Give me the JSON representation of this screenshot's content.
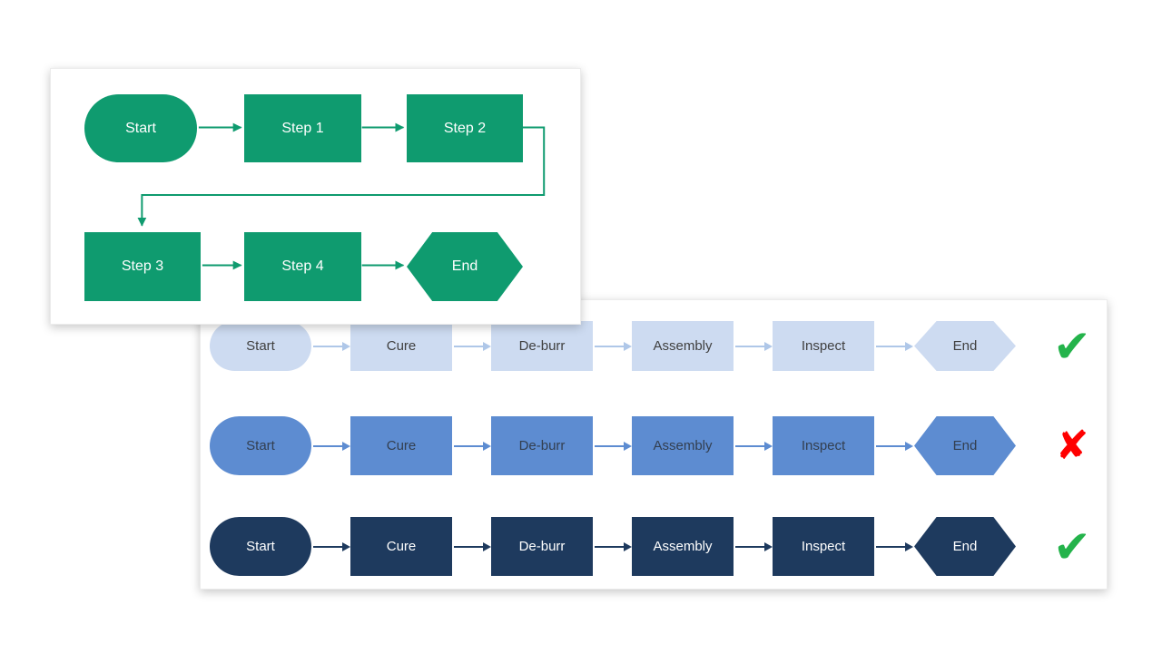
{
  "process_flowchart": {
    "accent_color": "#0F9B6F",
    "nodes": {
      "start": "Start",
      "step1": "Step 1",
      "step2": "Step 2",
      "step3": "Step 3",
      "step4": "Step 4",
      "end": "End"
    }
  },
  "comparison_chart": {
    "rows": [
      {
        "name": "light-blue-flow",
        "fill": "#CDDBF1",
        "text_color": "#404040",
        "arrow_color": "#AFC7E8",
        "steps": [
          "Start",
          "Cure",
          "De-burr",
          "Assembly",
          "Inspect",
          "End"
        ],
        "verdict": "check-icon",
        "verdict_glyph": "✔",
        "verdict_color": "#24B34B"
      },
      {
        "name": "medium-blue-flow",
        "fill": "#5D8CD1",
        "text_color": "#333F50",
        "arrow_color": "#5D8CD1",
        "steps": [
          "Start",
          "Cure",
          "De-burr",
          "Assembly",
          "Inspect",
          "End"
        ],
        "verdict": "cross-icon",
        "verdict_glyph": "✘",
        "verdict_color": "#FF0000"
      },
      {
        "name": "dark-navy-flow",
        "fill": "#1E3A5E",
        "text_color": "#FFFFFF",
        "arrow_color": "#1E3A5E",
        "steps": [
          "Start",
          "Cure",
          "De-burr",
          "Assembly",
          "Inspect",
          "End"
        ],
        "verdict": "check-icon",
        "verdict_glyph": "✔",
        "verdict_color": "#24B34B"
      }
    ]
  }
}
